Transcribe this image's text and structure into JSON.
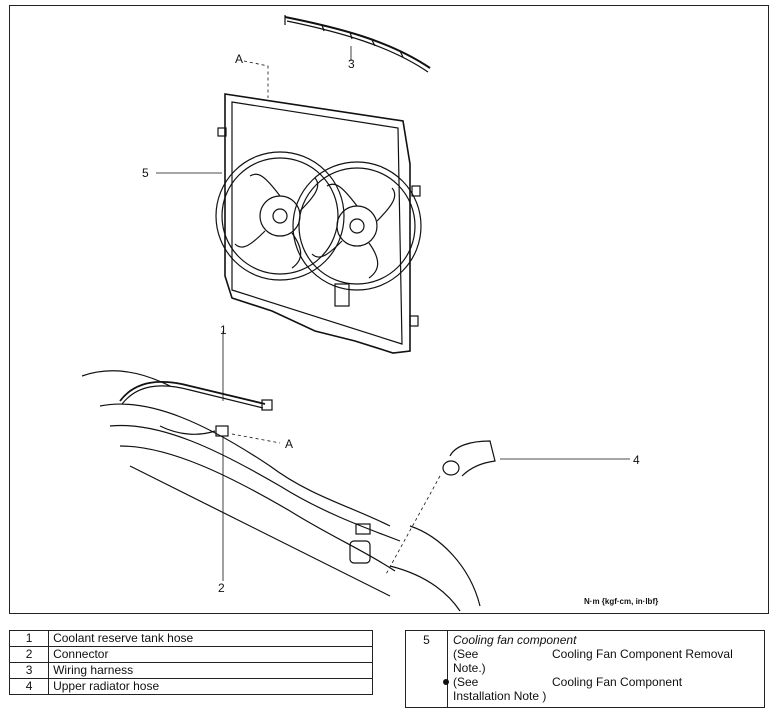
{
  "diagram": {
    "callouts": {
      "c1": "1",
      "c2": "2",
      "c3": "3",
      "c4": "4",
      "c5": "5",
      "a_top": "A",
      "a_bottom": "A"
    },
    "torque_units": "N·m {kgf·cm, in·lbf}"
  },
  "parts_left": [
    {
      "num": "1",
      "desc": "Coolant reserve tank hose"
    },
    {
      "num": "2",
      "desc": "Connector"
    },
    {
      "num": "3",
      "desc": "Wiring harness"
    },
    {
      "num": "4",
      "desc": "Upper radiator hose"
    }
  ],
  "part5": {
    "num": "5",
    "title": "Cooling fan component",
    "see1_prefix": "(See",
    "see1_link": "Cooling Fan Component Removal",
    "see1_cont": "Note.)",
    "see2_prefix": "(See",
    "see2_link": "Cooling Fan Component",
    "see2_cont": "Installation Note )"
  }
}
